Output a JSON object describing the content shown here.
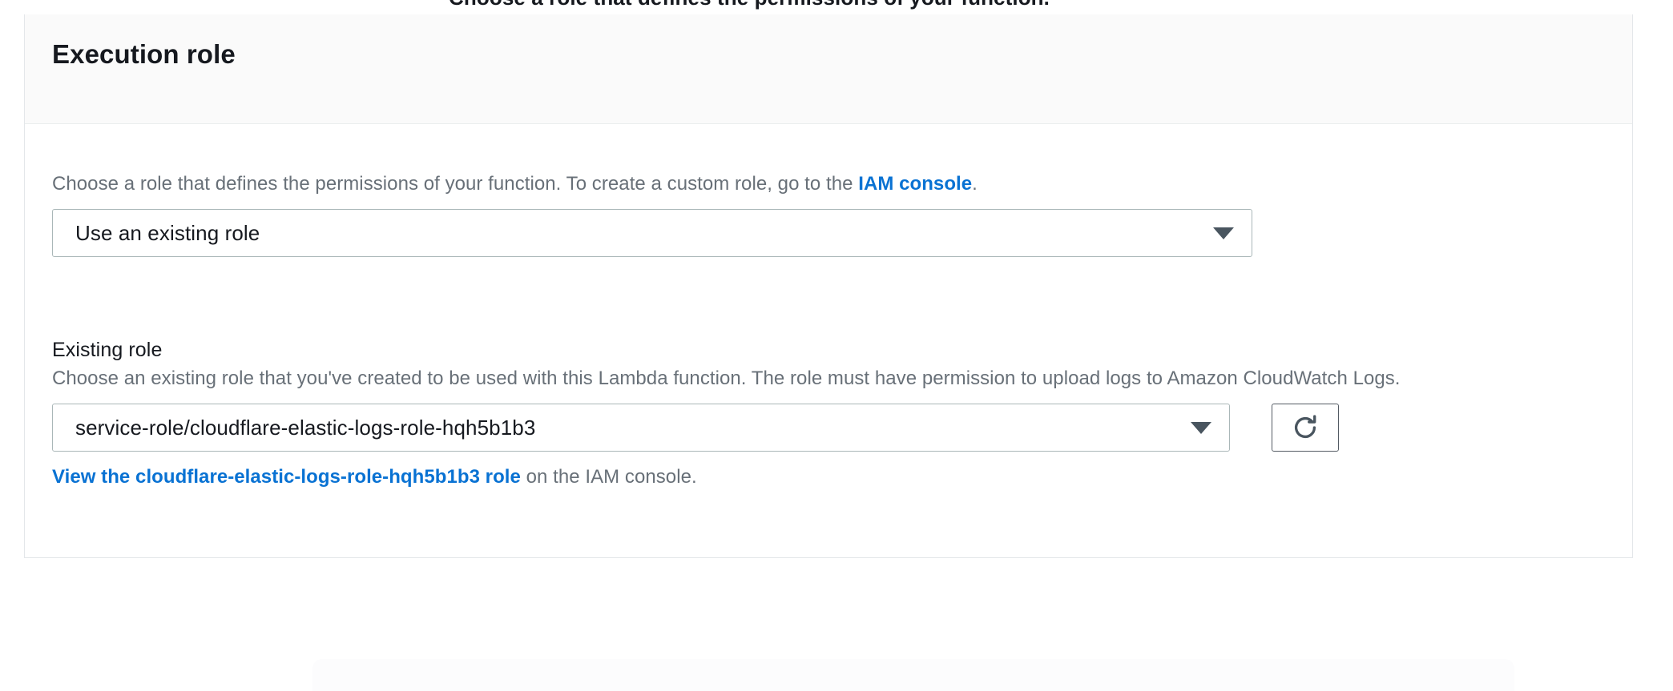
{
  "top_clipped_text": "Choose a role that defines the permissions of your function.",
  "card": {
    "title": "Execution role",
    "role_kind_field": {
      "description_prefix": "Choose a role that defines the permissions of your function. To create a custom role, go to the ",
      "description_link": "IAM console",
      "description_suffix": ".",
      "selected_value": "Use an existing role",
      "caret_icon": "chevron-down-icon"
    },
    "existing_role_field": {
      "label": "Existing role",
      "description": "Choose an existing role that you've created to be used with this Lambda function. The role must have permission to upload logs to Amazon CloudWatch Logs.",
      "selected_value": "service-role/cloudflare-elastic-logs-role-hqh5b1b3",
      "caret_icon": "chevron-down-icon",
      "refresh_icon": "refresh-icon",
      "footer_link": "View the cloudflare-elastic-logs-role-hqh5b1b3 role",
      "footer_suffix": " on the IAM console."
    }
  },
  "colors": {
    "link": "#0972d3",
    "text": "#16191f",
    "muted_text": "#687078",
    "border": "#aab7b8",
    "card_border": "#e4e7ea",
    "header_bg": "#fafafa",
    "button_border": "#545b64"
  }
}
